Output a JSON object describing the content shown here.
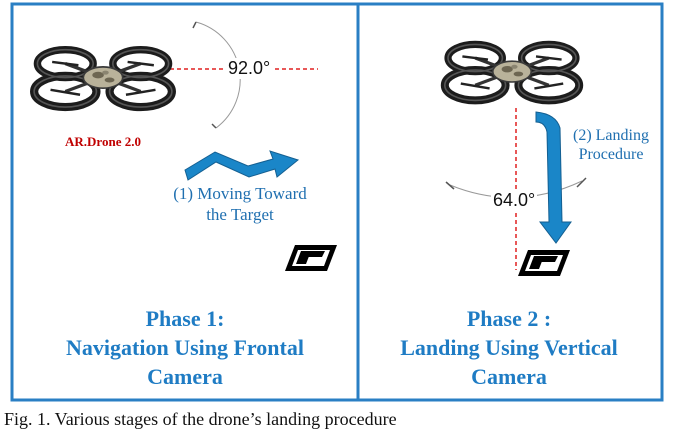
{
  "panels": [
    {
      "drone_model": "AR.Drone 2.0",
      "angle": "92.0°",
      "step": [
        "(1) Moving Toward",
        "the Target"
      ],
      "phase": [
        "Phase 1:",
        "Navigation Using Frontal",
        "Camera"
      ]
    },
    {
      "angle": "64.0°",
      "step": [
        "(2) Landing",
        "Procedure"
      ],
      "phase": [
        "Phase 2 :",
        "Landing Using Vertical",
        "Camera"
      ]
    }
  ],
  "caption": "Fig. 1. Various stages of the drone’s landing procedure",
  "colors": {
    "frame": "#2a7fc4",
    "arrow": "#1a86c8",
    "phase_text": "#1f7cc4",
    "step_text": "#1f6fb0",
    "drone_label": "#c00000",
    "angle_line": "#e02020"
  },
  "icons": [
    "drone-icon",
    "landing-marker-icon",
    "arrow-right-icon",
    "arrow-down-icon"
  ]
}
